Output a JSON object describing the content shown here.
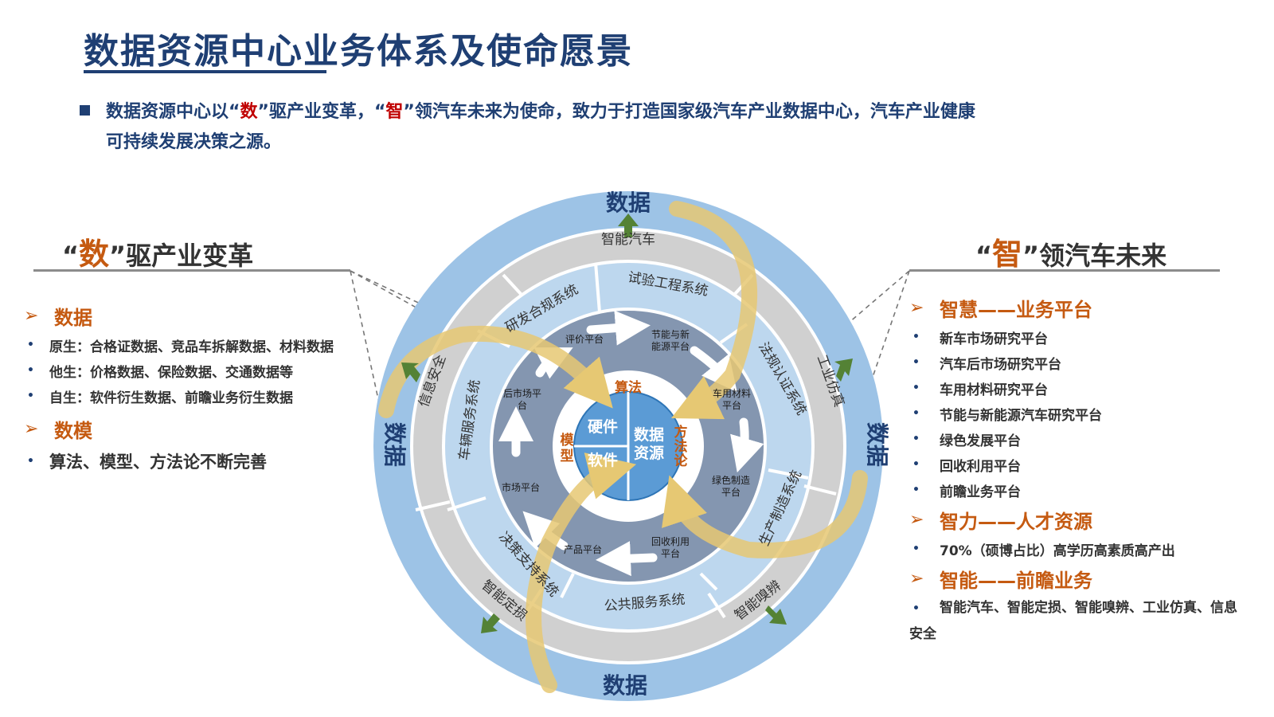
{
  "title": "数据资源中心业务体系及使命愿景",
  "intro": {
    "p1": "数据资源中心以“",
    "h1": "数",
    "p2": "”驱产业变革，“",
    "h2": "智",
    "p3": "”领汽车未来为使命，致力于打造国家级汽车产业数据中心，汽车产业健康",
    "line2": "可持续发展决策之源。"
  },
  "left": {
    "title_q1": "“",
    "title_big": "数",
    "title_rest": "”驱产业变革",
    "sections": [
      {
        "heading": "数据",
        "items": [
          "原生：合格证数据、竞品车拆解数据、材料数据",
          "他生：价格数据、保险数据、交通数据等",
          "自生：软件衍生数据、前瞻业务衍生数据"
        ]
      },
      {
        "heading": "数模",
        "items": [
          "算法、模型、方法论不断完善"
        ]
      }
    ]
  },
  "right": {
    "title_q1": "“",
    "title_big": "智",
    "title_rest": "”领汽车未来",
    "sections": [
      {
        "heading": "智慧——业务平台",
        "items": [
          "新车市场研究平台",
          "汽车后市场研究平台",
          "车用材料研究平台",
          "节能与新能源汽车研究平台",
          "绿色发展平台",
          "回收利用平台",
          "前瞻业务平台"
        ]
      },
      {
        "heading": "智力——人才资源",
        "items": [
          "70%（硕博占比）高学历高素质高产出"
        ]
      },
      {
        "heading": "智能——前瞻业务",
        "items": [
          "智能汽车、智能定损、智能嗅辨、工业仿真、信息安全"
        ]
      }
    ]
  },
  "diagram": {
    "outer_label": "数据",
    "gray_ring": [
      "智能汽车",
      "工业仿真",
      "智能嗅辨",
      "智能定损",
      "信息安全"
    ],
    "systems": [
      "试验工程系统",
      "法规认证系统",
      "生产制造系统",
      "公共服务系统",
      "决策支持系统",
      "车辆服务系统",
      "研发合规系统"
    ],
    "platforms": [
      "评价平台",
      "节能与新能源平台",
      "车用材料平台",
      "绿色制造平台",
      "回收利用平台",
      "产品平台",
      "市场平台",
      "后市场平台"
    ],
    "methods": {
      "top": "算法",
      "right": "方法论",
      "left": "模型"
    },
    "core": {
      "hardware": "硬件",
      "software": "软件",
      "data": "数据资源"
    }
  },
  "colors": {
    "navy": "#1f3f73",
    "orange": "#c55a11",
    "ring_outer": "#9dc3e6",
    "ring_gray": "#d0d0d0",
    "ring_blue": "#bdd7ee",
    "ring_slate": "#8496b0",
    "core": "#5b9bd5",
    "gold": "#e6c873"
  }
}
